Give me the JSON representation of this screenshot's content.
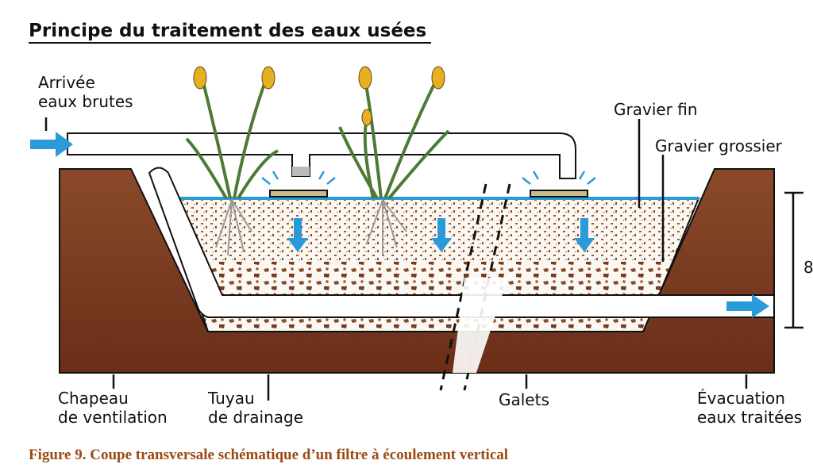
{
  "title": "Principe du traitement des eaux usées",
  "labels": {
    "inlet": [
      "Arrivée",
      "eaux brutes"
    ],
    "fine_gravel": "Gravier fin",
    "coarse_gravel": "Gravier grossier",
    "vent_cap": [
      "Chapeau",
      "de ventilation"
    ],
    "drain_pipe": [
      "Tuyau",
      "de drainage"
    ],
    "pebbles": "Galets",
    "outlet": [
      "Évacuation",
      "eaux traitées"
    ],
    "depth": "8"
  },
  "caption": "Figure 9.  Coupe transversale schématique d’un filtre à écoulement vertical",
  "colors": {
    "soil": "#7a3a1e",
    "water": "#2a9bd8",
    "gravel": "#8a4a22",
    "plant": "#4d7a35",
    "flower": "#e6b020",
    "caption": "#9a4a12"
  }
}
